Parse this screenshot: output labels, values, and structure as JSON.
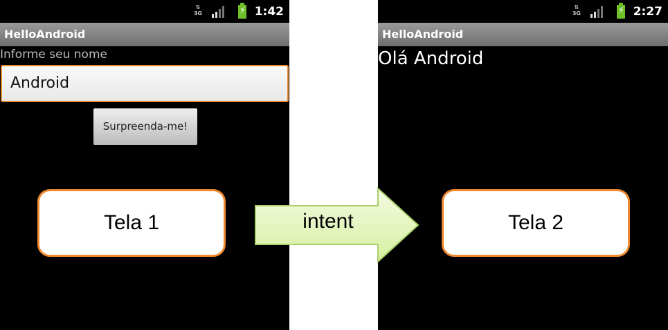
{
  "screen1": {
    "status": {
      "network": "3G",
      "time": "1:42"
    },
    "app_title": "HelloAndroid",
    "name_label": "Informe seu nome",
    "name_input_value": "Android",
    "button_label": "Surpreenda-me!"
  },
  "screen2": {
    "status": {
      "network": "3G",
      "time": "2:27"
    },
    "app_title": "HelloAndroid",
    "greeting": "Olá Android"
  },
  "annotations": {
    "callout1": "Tela 1",
    "callout2": "Tela 2",
    "arrow_label": "intent"
  },
  "colors": {
    "accent": "#f08a30",
    "arrow_fill": "#e6f5c0",
    "battery": "#6fbf2a"
  }
}
